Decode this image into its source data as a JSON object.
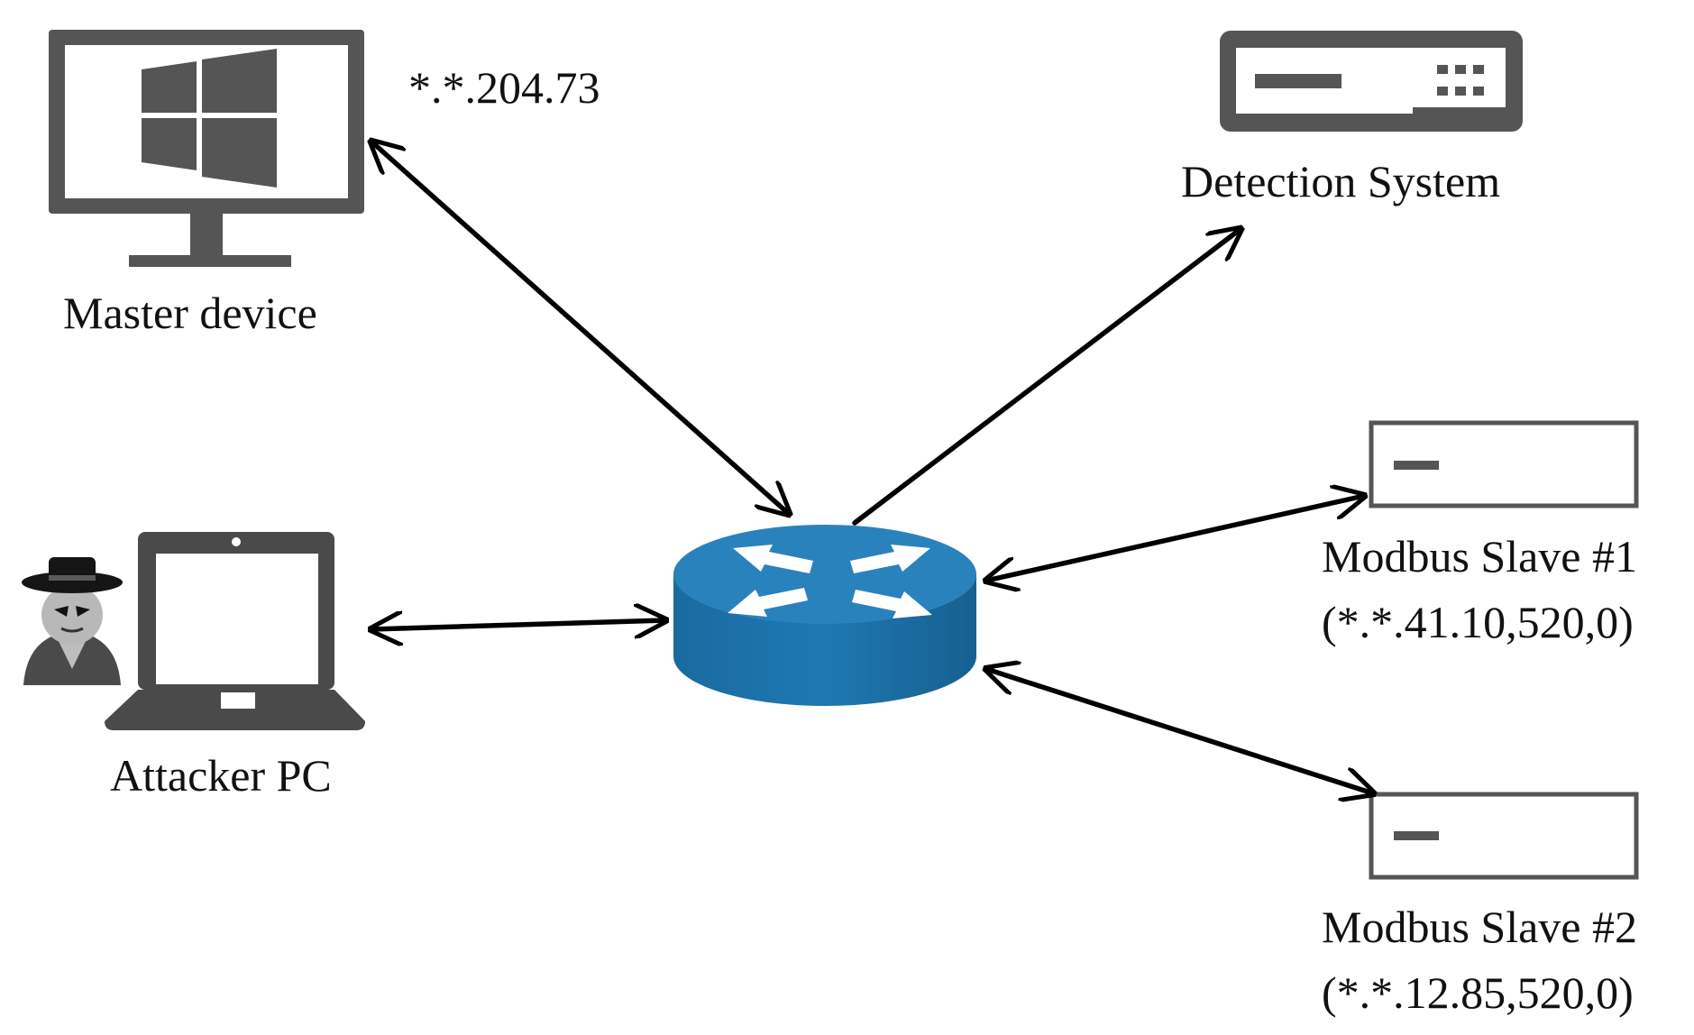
{
  "nodes": {
    "master": {
      "label": "Master device",
      "ip": "*.*.204.73"
    },
    "detection": {
      "label": "Detection System"
    },
    "attacker": {
      "label": "Attacker PC"
    },
    "slave1": {
      "label": "Modbus Slave #1",
      "address": "(*.*.41.10,520,0)"
    },
    "slave2": {
      "label": "Modbus Slave #2",
      "address": "(*.*.12.85,520,0)"
    }
  },
  "icons": {
    "master": "desktop-monitor-windows-icon",
    "detection": "server-appliance-icon",
    "attacker": "laptop-icon",
    "attacker_figure": "spy-hacker-icon",
    "router": "network-router-icon",
    "slave": "slave-device-icon"
  },
  "colors": {
    "device_gray": "#555555",
    "router_blue": "#1f74aa",
    "router_top": "#2a82bd",
    "arrow": "#000000"
  }
}
